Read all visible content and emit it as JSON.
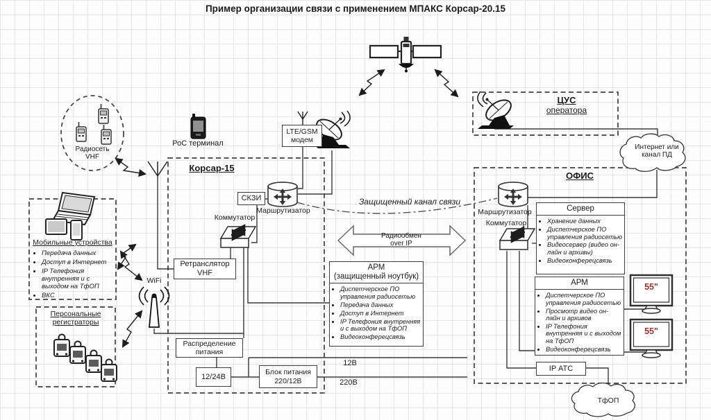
{
  "title": "Пример организации связи с применением МПАКС Корсар-20.15",
  "radio_net": {
    "line1": "Радиосеть",
    "line2": "VHF"
  },
  "poc_terminal": {
    "label": "РоС терминал"
  },
  "cus": {
    "line1": "ЦУС",
    "line2": "оператора"
  },
  "internet_cloud": {
    "line1": "Интернет или",
    "line2": "канал ПД"
  },
  "lte_modem": {
    "line1": "LTE/GSM",
    "line2": "модем"
  },
  "korsar": {
    "title": "Корсар-15",
    "skzi": "СКЗИ",
    "router": "Маршрутизатор",
    "switch": "Коммутатор",
    "retranslator": {
      "line1": "Ретранслятор",
      "line2": "VHF"
    },
    "power_dist": {
      "line1": "Распределение",
      "line2": "питания"
    },
    "dc_io": "12/24В",
    "psu": {
      "line1": "Блок питания",
      "line2": "220/12В"
    },
    "v12": "12В",
    "v220": "220В"
  },
  "wifi": {
    "label": "WiFi"
  },
  "mobile": {
    "title": "Мобильные устройства",
    "bullets": [
      "Передача данных",
      "Доступ в Интернет",
      "IP Телефония внутренняя и с выходом на ТфОП",
      "ВКС"
    ]
  },
  "recorders": {
    "line1": "Персональные",
    "line2": "регистраторы"
  },
  "arm_laptop": {
    "title_line1": "АРМ",
    "title_line2": "(защищенный ноутбук)",
    "bullets": [
      "Диспетчерское ПО управления радиосетью",
      "Передача данных",
      "Доступ в Интернет",
      "IP Телефония внутренняя и с выходом на ТфОП",
      "Видеоконферецсвязь"
    ]
  },
  "secure_channel": {
    "label": "Защищенный канал связи"
  },
  "radio_exchange": {
    "line1": "Радиообмен",
    "line2": "over IP"
  },
  "office": {
    "title": "ОФИС",
    "router": "Маршрутизатор",
    "switch": "Коммутатор",
    "server": {
      "title": "Сервер",
      "bullets": [
        "Хранение данных",
        "Диспетчерское ПО управления радиосетью",
        "Видеосервер (видео он-лайн и архивы)",
        "Видеоконферецсвязь"
      ]
    },
    "arm": {
      "title": "АРМ",
      "bullets": [
        "Диспетчерское ПО управления радиосетью",
        "Просмотр видео он-лайн и архивов",
        "IP Телефония внутренняя и с выходом на ТфОП",
        "Видеоконферецсвязь"
      ]
    },
    "ip_ats": "IP АТС",
    "monitor1": "55\"",
    "monitor2": "55\""
  },
  "tfop": {
    "label": "ТфОП"
  },
  "colors": {
    "monitor_label": "#943634"
  }
}
